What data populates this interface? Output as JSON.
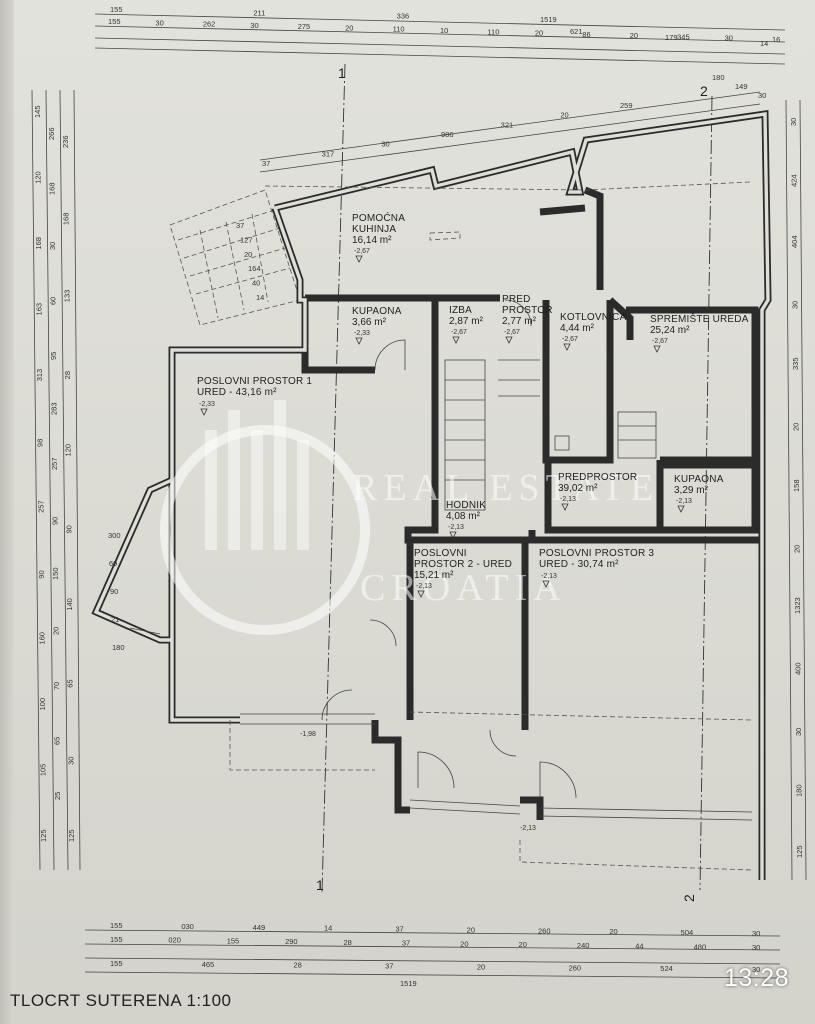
{
  "title": "TLOCRT SUTERENA 1:100",
  "status_bar": {
    "time": "13:28"
  },
  "watermark": {
    "line1": "REAL ESTATE",
    "line2": "CROATIA"
  },
  "section_marks": {
    "top_1": "1",
    "top_2": "2",
    "bottom_1": "1",
    "bottom_2": "2"
  },
  "rooms": [
    {
      "id": "pomocna-kuhinja",
      "name_lines": [
        "POMOĆNA",
        "KUHINJA"
      ],
      "area": "16,14 m²",
      "level": "-2,67"
    },
    {
      "id": "kupaona-1",
      "name_lines": [
        "KUPAONA"
      ],
      "area": "3,66 m²",
      "level": "-2,33"
    },
    {
      "id": "izba",
      "name_lines": [
        "IZBA"
      ],
      "area": "2,87 m²",
      "level": "-2,67"
    },
    {
      "id": "predprostor-small",
      "name_lines": [
        "PRED",
        "PROSTOR"
      ],
      "area": "2,77 m²",
      "level": "-2,67"
    },
    {
      "id": "kotlovnica",
      "name_lines": [
        "KOTLOVNICA"
      ],
      "area": "4,44 m²",
      "level": "-2,67"
    },
    {
      "id": "spremiste-ureda",
      "name_lines": [
        "SPREMIŠTE UREDA"
      ],
      "area": "25,24 m²",
      "level": "-2,67"
    },
    {
      "id": "poslovni-prostor-1",
      "name_lines": [
        "POSLOVNI PROSTOR 1",
        "URED - 43,16 m²"
      ],
      "area": "",
      "level": "-2,33"
    },
    {
      "id": "hodnik",
      "name_lines": [
        "HODNIK"
      ],
      "area": "4,08 m²",
      "level": "-2,13"
    },
    {
      "id": "predprostor",
      "name_lines": [
        "PREDPROSTOR"
      ],
      "area": "39,02 m²",
      "level": "-2,13"
    },
    {
      "id": "kupaona-2",
      "name_lines": [
        "KUPAONA"
      ],
      "area": "3,29 m²",
      "level": "-2,13"
    },
    {
      "id": "poslovni-prostor-2",
      "name_lines": [
        "POSLOVNI",
        "PROSTOR 2 - URED"
      ],
      "area": "15,21 m²",
      "level": "-2,13"
    },
    {
      "id": "poslovni-prostor-3",
      "name_lines": [
        "POSLOVNI PROSTOR 3",
        "URED - 30,74 m²"
      ],
      "area": "",
      "level": "-2,13"
    }
  ],
  "extra_levels": {
    "entrance_left": "-1,98",
    "entrance_bottom": "-2,13"
  },
  "dimensions": {
    "top_row1": [
      "155",
      "211",
      "336",
      "1519"
    ],
    "top_row2": [
      "155",
      "30",
      "262",
      "30",
      "275",
      "20",
      "110",
      "10",
      "110",
      "20",
      "86",
      "20",
      "345",
      "30",
      "16"
    ],
    "top_row3": [
      "621",
      "179",
      "14"
    ],
    "top_right": [
      "180",
      "149",
      "30"
    ],
    "angled": [
      "37",
      "317",
      "30",
      "986",
      "321",
      "20",
      "259"
    ],
    "stair_notes": [
      "37",
      "127",
      "20",
      "164",
      "40",
      "14"
    ],
    "bottom_row1": [
      "155",
      "030",
      "449",
      "14",
      "37",
      "20",
      "260",
      "20",
      "504",
      "30"
    ],
    "bottom_row2": [
      "155",
      "020",
      "155",
      "290",
      "28",
      "37",
      "20",
      "20",
      "240",
      "44",
      "480",
      "30"
    ],
    "bottom_row3": [
      "155",
      "465",
      "28",
      "37",
      "20",
      "260",
      "524",
      "30"
    ],
    "bottom_total": [
      "1519"
    ],
    "left_col1": [
      "145",
      "120",
      "168",
      "163",
      "313",
      "98",
      "257",
      "90",
      "160",
      "100",
      "105",
      "125"
    ],
    "left_col2": [
      "266",
      "168",
      "30",
      "60",
      "95",
      "283",
      "257",
      "90",
      "150",
      "20",
      "70",
      "65",
      "25"
    ],
    "left_col3": [
      "236",
      "168",
      "133",
      "28",
      "120",
      "90",
      "140",
      "65",
      "30",
      "125"
    ],
    "right_col": [
      "30",
      "424",
      "404",
      "30",
      "335",
      "20",
      "158",
      "20",
      "1323",
      "400",
      "30",
      "180",
      "125"
    ],
    "side_notes": [
      "300",
      "69",
      "90",
      "21",
      "180"
    ]
  }
}
